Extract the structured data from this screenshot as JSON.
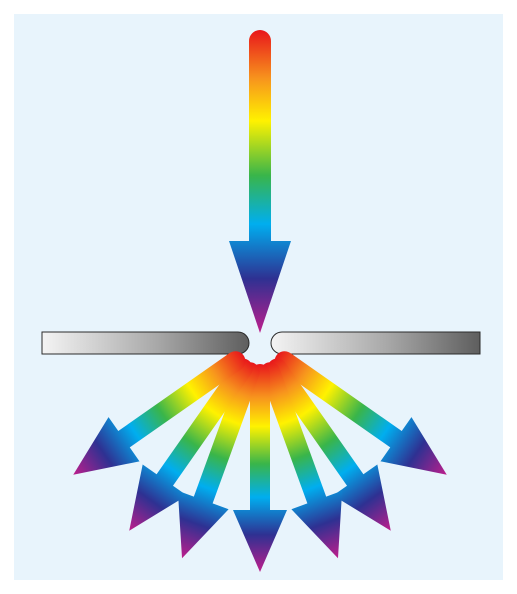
{
  "scene": {
    "background_color": "#e8f4fc",
    "slit": {
      "plate_colors": [
        "#f4f4f4",
        "#a9a9a9",
        "#5e5e5e"
      ],
      "outline_color": "#2b2b2b"
    },
    "spectrum": [
      "#e8161b",
      "#f7941d",
      "#fff200",
      "#39b54a",
      "#00aeef",
      "#2e3192",
      "#be1e8c"
    ],
    "incident_ray": {
      "icon": "down-arrow",
      "direction": "down"
    },
    "diffracted_rays": [
      {
        "id": "ray-1",
        "icon": "arrow",
        "angle_deg": 55
      },
      {
        "id": "ray-2",
        "icon": "arrow",
        "angle_deg": 35
      },
      {
        "id": "ray-3",
        "icon": "arrow",
        "angle_deg": 20
      },
      {
        "id": "ray-4",
        "icon": "arrow",
        "angle_deg": 0
      },
      {
        "id": "ray-5",
        "icon": "arrow",
        "angle_deg": -20
      },
      {
        "id": "ray-6",
        "icon": "arrow",
        "angle_deg": -35
      },
      {
        "id": "ray-7",
        "icon": "arrow",
        "angle_deg": -55
      }
    ]
  }
}
